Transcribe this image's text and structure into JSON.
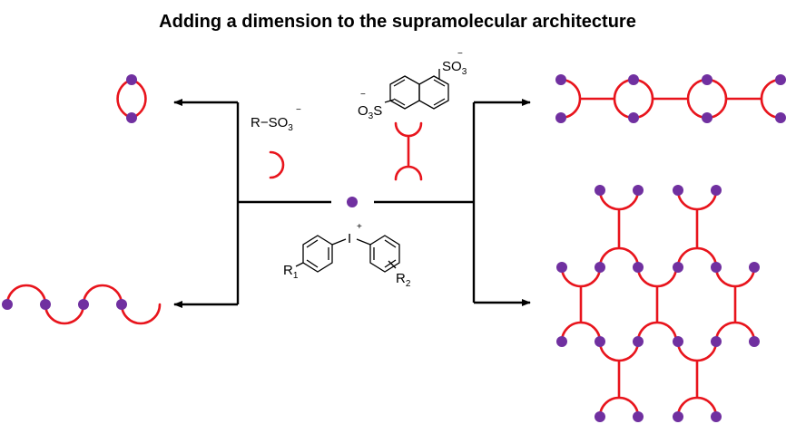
{
  "title": "Adding a dimension to the supramolecular architecture",
  "reagents": {
    "monosulfonate": {
      "prefix": "R",
      "dash": "−",
      "group": "SO",
      "sub": "3",
      "charge": "−"
    },
    "disulfonate": {
      "top_group": "SO",
      "top_sub": "3",
      "top_charge": "−",
      "left_pre": "O",
      "left_pre_sub": "3",
      "left_group": "S",
      "left_charge": "−"
    },
    "iodonium": {
      "atom": "I",
      "charge": "+",
      "r1": "R",
      "r1_sub": "1",
      "r2": "R",
      "r2_sub": "2"
    }
  },
  "colors": {
    "building_block": "#e8141c",
    "iodine_node": "#7030a0",
    "arrow": "#000000"
  },
  "products": [
    "macrocycle-dimer",
    "helical-chain",
    "ladder-chain",
    "2d-network"
  ]
}
